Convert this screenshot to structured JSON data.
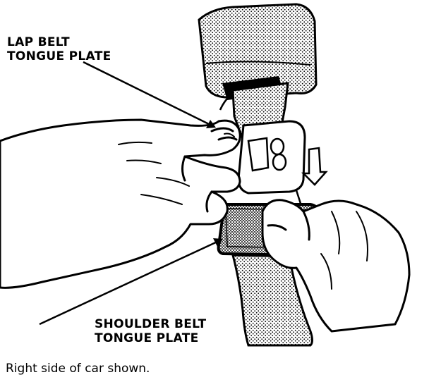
{
  "labels": {
    "lap_belt_line1": "LAP BELT",
    "lap_belt_line2": "TONGUE PLATE",
    "shoulder_belt_line1": "SHOULDER BELT",
    "shoulder_belt_line2": "TONGUE PLATE"
  },
  "caption": "Right side of car shown.",
  "colors": {
    "ink": "#000000",
    "paper": "#ffffff"
  }
}
